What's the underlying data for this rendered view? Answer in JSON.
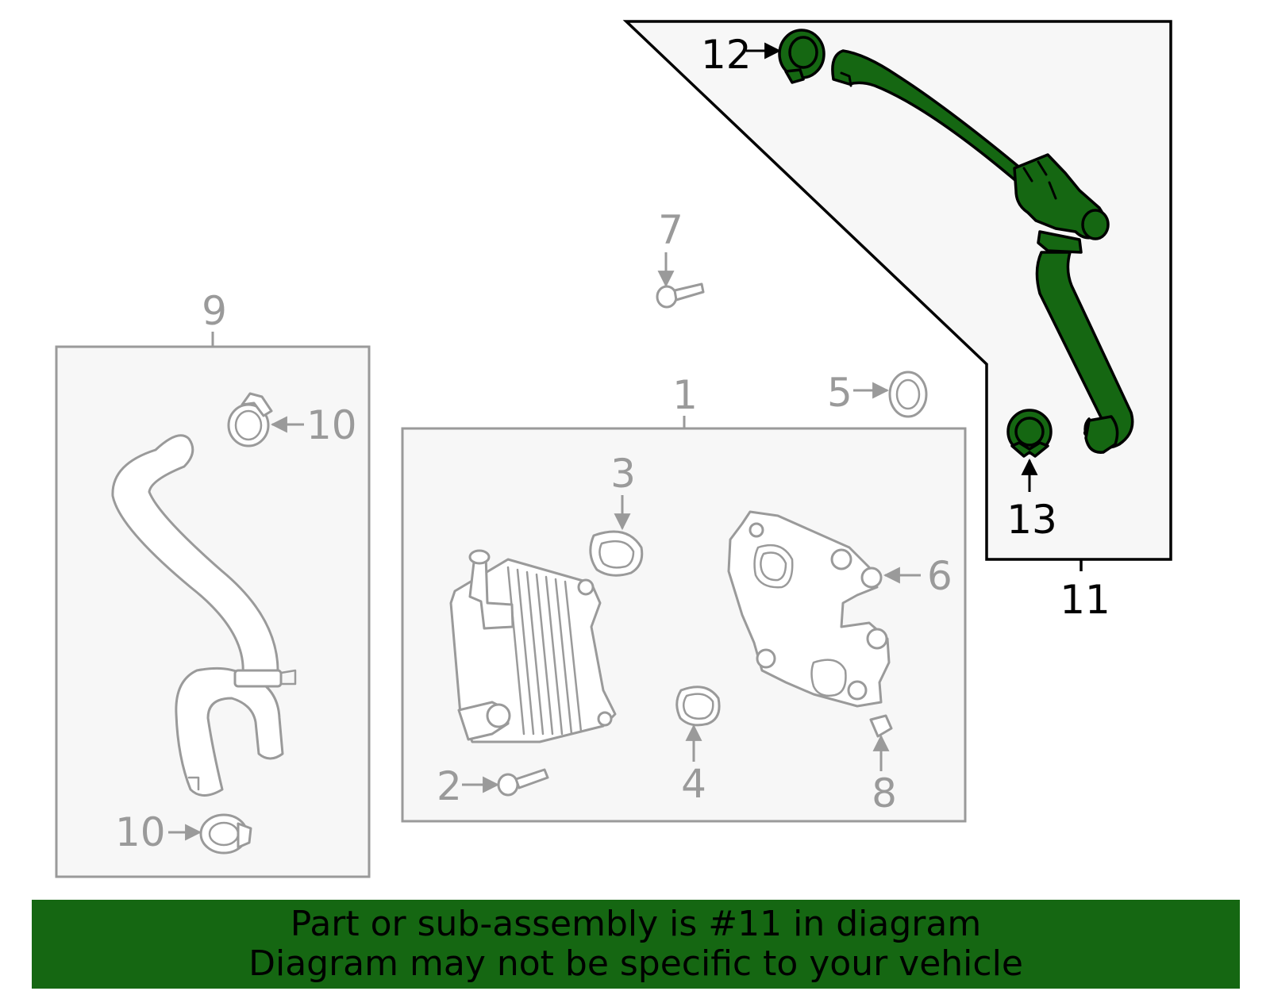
{
  "callouts": {
    "c1": "1",
    "c2": "2",
    "c3": "3",
    "c4": "4",
    "c5": "5",
    "c6": "6",
    "c7": "7",
    "c8": "8",
    "c9": "9",
    "c10a": "10",
    "c10b": "10",
    "c11": "11",
    "c12": "12",
    "c13": "13"
  },
  "banner": {
    "line1": "Part or sub-assembly is #11 in diagram",
    "line2": "Diagram may not be specific to your vehicle"
  },
  "colors": {
    "highlight": "#156712",
    "outline": "#9a9a9a",
    "panel": "#f7f7f7"
  }
}
